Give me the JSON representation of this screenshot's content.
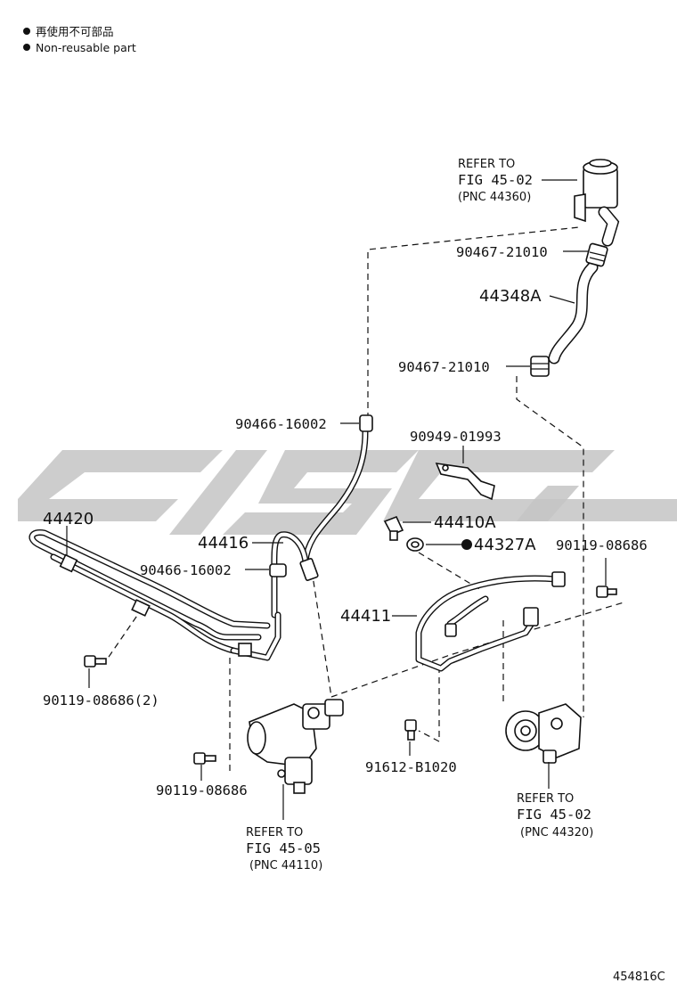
{
  "legend": {
    "line_cn": "再使用不可部品",
    "line_en": "Non-reusable part"
  },
  "callouts": {
    "clamp_hose_upper": "90467-21010",
    "return_hose": "44348A",
    "clamp_hose_lower": "90467-21010",
    "clamp_tube_upper": "90466-16002",
    "bracket_clamp": "90949-01993",
    "union_bolt": "44410A",
    "gasket": "44327A",
    "bolt_right": "90119-08686",
    "cooler_tube": "44420",
    "return_tube": "44416",
    "clamp_tube_lower": "90466-16002",
    "pressure_tube": "44411",
    "bolt_left_pair": "90119-08686(2)",
    "bolt_gear": "91612-B1020",
    "bolt_bottom": "90119-08686"
  },
  "references": {
    "reservoir": {
      "line1": "REFER TO",
      "line2": "FIG 45-02",
      "line3": "(PNC 44360)"
    },
    "gear": {
      "line1": "REFER TO",
      "line2": "FIG 45-05",
      "line3": "(PNC 44110)"
    },
    "pump": {
      "line1": "REFER TO",
      "line2": "FIG 45-02",
      "line3": "(PNC 44320)"
    }
  },
  "figure_id": "454816C",
  "colors": {
    "ink": "#111111",
    "watermark": "#c4c4c4",
    "background": "#ffffff"
  }
}
